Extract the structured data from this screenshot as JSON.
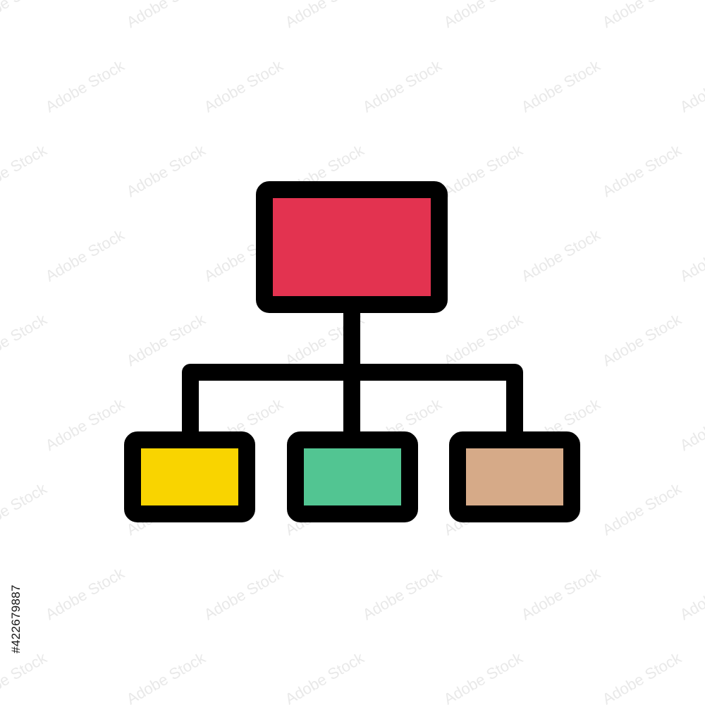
{
  "icon": {
    "name": "hierarchy-icon",
    "outline_color": "#000000",
    "connector_color": "#000000",
    "nodes": [
      {
        "role": "root",
        "fill": "#E33350"
      },
      {
        "role": "child-left",
        "fill": "#F9D400"
      },
      {
        "role": "child-middle",
        "fill": "#52C592"
      },
      {
        "role": "child-right",
        "fill": "#D6AA88"
      }
    ]
  },
  "watermark": {
    "text": "Adobe Stock",
    "color": "#e9e9e9"
  },
  "stock_id": {
    "text": "#422679887"
  }
}
